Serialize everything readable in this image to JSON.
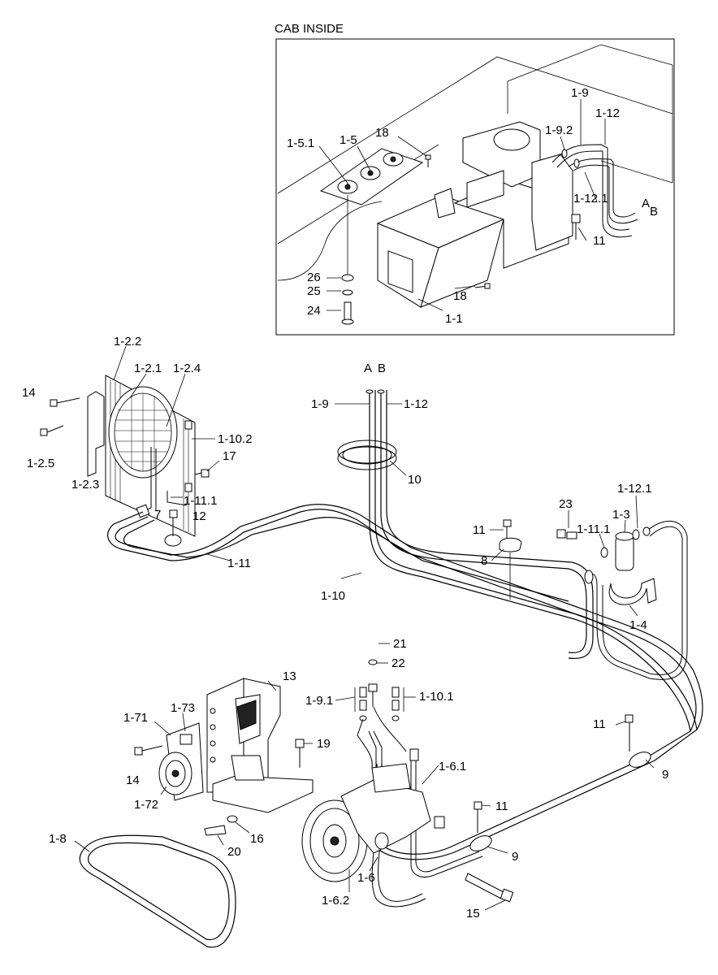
{
  "title": "CAB INSIDE",
  "callouts": [
    {
      "id": "c-1-5-1",
      "text": "1-5.1"
    },
    {
      "id": "c-1-5",
      "text": "1-5"
    },
    {
      "id": "c-18a",
      "text": "18"
    },
    {
      "id": "c-1-9a",
      "text": "1-9"
    },
    {
      "id": "c-1-12a",
      "text": "1-12"
    },
    {
      "id": "c-1-9-2",
      "text": "1-9.2"
    },
    {
      "id": "c-1-12-1a",
      "text": "1-12.1"
    },
    {
      "id": "c-Aa",
      "text": "A"
    },
    {
      "id": "c-Ba",
      "text": "B"
    },
    {
      "id": "c-11a",
      "text": "11"
    },
    {
      "id": "c-26",
      "text": "26"
    },
    {
      "id": "c-25",
      "text": "25"
    },
    {
      "id": "c-18b",
      "text": "18"
    },
    {
      "id": "c-24",
      "text": "24"
    },
    {
      "id": "c-1-1",
      "text": "1-1"
    },
    {
      "id": "c-1-2-2",
      "text": "1-2.2"
    },
    {
      "id": "c-1-2-1",
      "text": "1-2.1"
    },
    {
      "id": "c-1-2-4",
      "text": "1-2.4"
    },
    {
      "id": "c-14a",
      "text": "14"
    },
    {
      "id": "c-1-2-5",
      "text": "1-2.5"
    },
    {
      "id": "c-1-2-3",
      "text": "1-2.3"
    },
    {
      "id": "c-1-10-2",
      "text": "1-10.2"
    },
    {
      "id": "c-17",
      "text": "17"
    },
    {
      "id": "c-1-11-1a",
      "text": "1-11.1"
    },
    {
      "id": "c-7",
      "text": "7"
    },
    {
      "id": "c-12",
      "text": "12"
    },
    {
      "id": "c-1-11",
      "text": "1-11"
    },
    {
      "id": "c-Ab",
      "text": "A"
    },
    {
      "id": "c-Bb",
      "text": "B"
    },
    {
      "id": "c-1-9b",
      "text": "1-9"
    },
    {
      "id": "c-1-12b",
      "text": "1-12"
    },
    {
      "id": "c-10",
      "text": "10"
    },
    {
      "id": "c-1-10",
      "text": "1-10"
    },
    {
      "id": "c-11b",
      "text": "11"
    },
    {
      "id": "c-8",
      "text": "8"
    },
    {
      "id": "c-23",
      "text": "23"
    },
    {
      "id": "c-1-12-1b",
      "text": "1-12.1"
    },
    {
      "id": "c-1-3",
      "text": "1-3"
    },
    {
      "id": "c-1-11-1b",
      "text": "1-11.1"
    },
    {
      "id": "c-1-4",
      "text": "1-4"
    },
    {
      "id": "c-21",
      "text": "21"
    },
    {
      "id": "c-22",
      "text": "22"
    },
    {
      "id": "c-13",
      "text": "13"
    },
    {
      "id": "c-1-9-1",
      "text": "1-9.1"
    },
    {
      "id": "c-1-10-1",
      "text": "1-10.1"
    },
    {
      "id": "c-1-73",
      "text": "1-73"
    },
    {
      "id": "c-1-71",
      "text": "1-71"
    },
    {
      "id": "c-19",
      "text": "19"
    },
    {
      "id": "c-11c",
      "text": "11"
    },
    {
      "id": "c-9a",
      "text": "9"
    },
    {
      "id": "c-14b",
      "text": "14"
    },
    {
      "id": "c-1-6-1",
      "text": "1-6.1"
    },
    {
      "id": "c-1-72",
      "text": "1-72"
    },
    {
      "id": "c-11d",
      "text": "11"
    },
    {
      "id": "c-16",
      "text": "16"
    },
    {
      "id": "c-20",
      "text": "20"
    },
    {
      "id": "c-9b",
      "text": "9"
    },
    {
      "id": "c-1-8",
      "text": "1-8"
    },
    {
      "id": "c-1-6",
      "text": "1-6"
    },
    {
      "id": "c-1-6-2",
      "text": "1-6.2"
    },
    {
      "id": "c-15",
      "text": "15"
    }
  ]
}
